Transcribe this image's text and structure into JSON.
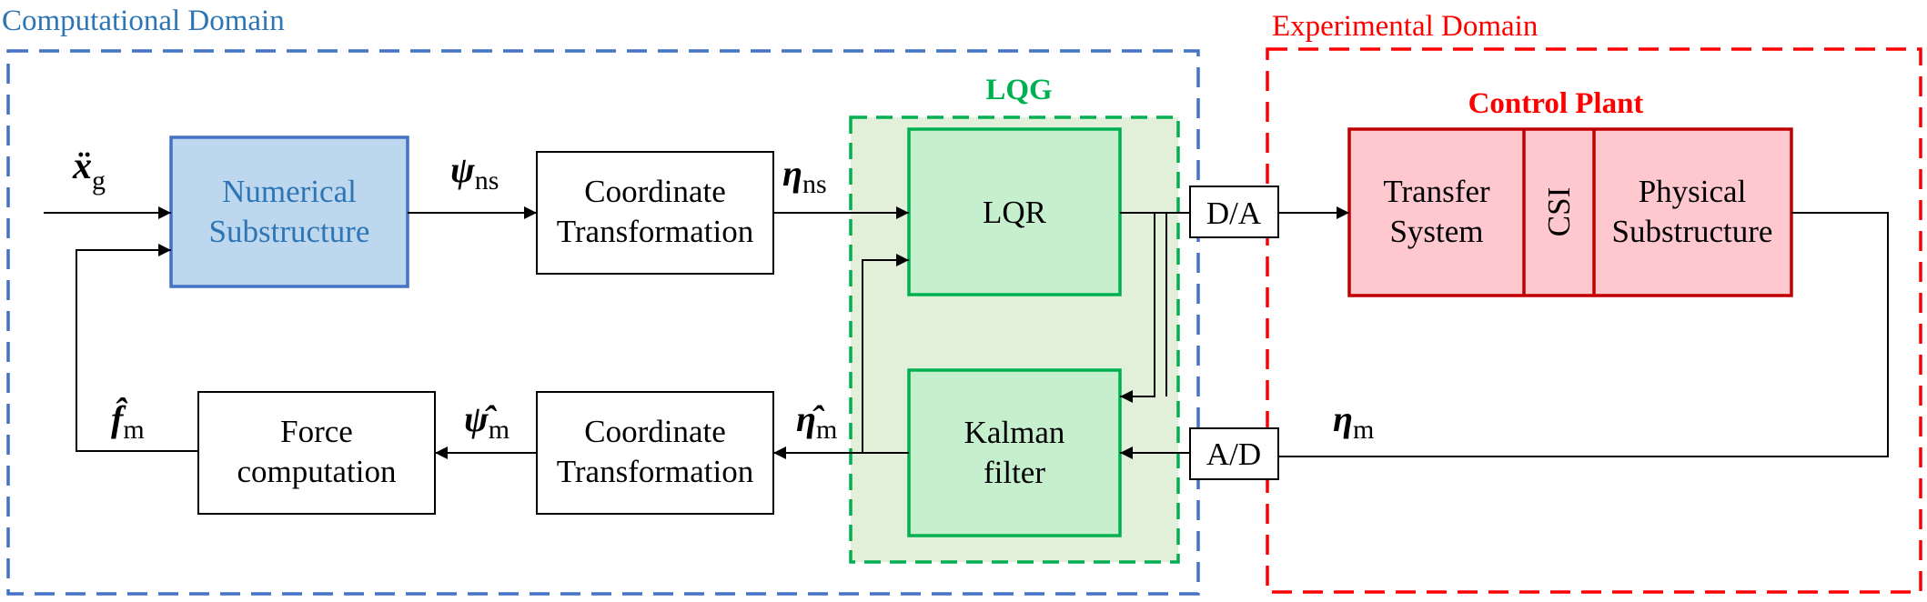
{
  "domains": {
    "computational": {
      "label": "Computational Domain",
      "color": "#2e75b6"
    },
    "experimental": {
      "label": "Experimental Domain",
      "color": "#ff0000"
    }
  },
  "lqg": {
    "title": "LQG",
    "color": "#00b050"
  },
  "control_plant": {
    "title": "Control Plant",
    "color": "#c00000"
  },
  "blocks": {
    "numerical": {
      "line1": "Numerical",
      "line2": "Substructure"
    },
    "coord_top": {
      "line1": "Coordinate",
      "line2": "Transformation"
    },
    "lqr": {
      "label": "LQR"
    },
    "kalman": {
      "line1": "Kalman",
      "line2": "filter"
    },
    "coord_bottom": {
      "line1": "Coordinate",
      "line2": "Transformation"
    },
    "force": {
      "line1": "Force",
      "line2": "computation"
    },
    "da": {
      "label": "D/A"
    },
    "ad": {
      "label": "A/D"
    },
    "transfer": {
      "line1": "Transfer",
      "line2": "System"
    },
    "csi": {
      "label": "CSI"
    },
    "physical": {
      "line1": "Physical",
      "line2": "Substructure"
    }
  },
  "signals": {
    "xg": {
      "symbol": "ẍ",
      "sub": "g"
    },
    "psi_ns": {
      "symbol": "ψ",
      "sub": "ns"
    },
    "eta_ns": {
      "symbol": "η",
      "sub": "ns"
    },
    "eta_m_hat": {
      "symbol": "η̂",
      "sub": "m"
    },
    "psi_m_hat": {
      "symbol": "ψ̂",
      "sub": "m"
    },
    "f_m_hat": {
      "symbol": "f̂",
      "sub": "m"
    },
    "eta_m": {
      "symbol": "η",
      "sub": "m"
    }
  },
  "colors": {
    "numerical_fill": "#bdd7ee",
    "numerical_stroke": "#4472c4",
    "lqg_fill": "#e2f0d9",
    "lqg_block_fill": "#c6efce",
    "lqg_block_stroke": "#00b050",
    "plant_fill": "#ffc7ce",
    "plant_stroke": "#c00000"
  }
}
